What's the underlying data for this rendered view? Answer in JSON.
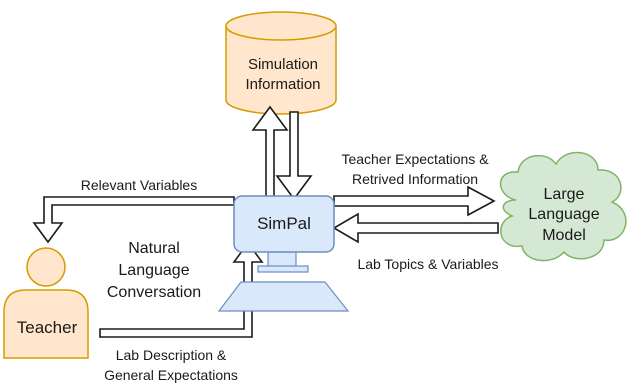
{
  "nodes": {
    "database": {
      "line1": "Simulation",
      "line2": "Information",
      "fill": "#ffe6cc",
      "stroke": "#d79b00"
    },
    "simpal": {
      "label": "SimPal",
      "fill": "#dae8fc",
      "stroke": "#6c8ebf"
    },
    "llm": {
      "line1": "Large",
      "line2": "Language",
      "line3": "Model",
      "fill": "#d5e8d4",
      "stroke": "#82b366"
    },
    "teacher": {
      "label": "Teacher",
      "fill": "#ffe6cc",
      "stroke": "#d79b00"
    }
  },
  "edges": {
    "teacher_expectations": {
      "line1": "Teacher Expectations &",
      "line2": "Retrived Information"
    },
    "relevant_variables": {
      "label": "Relevant Variables"
    },
    "lab_topics": {
      "label": "Lab Topics & Variables"
    },
    "conversation": {
      "line1": "Natural",
      "line2": "Language",
      "line3": "Conversation"
    },
    "lab_description": {
      "line1": "Lab Description &",
      "line2": "General Expectations"
    }
  }
}
